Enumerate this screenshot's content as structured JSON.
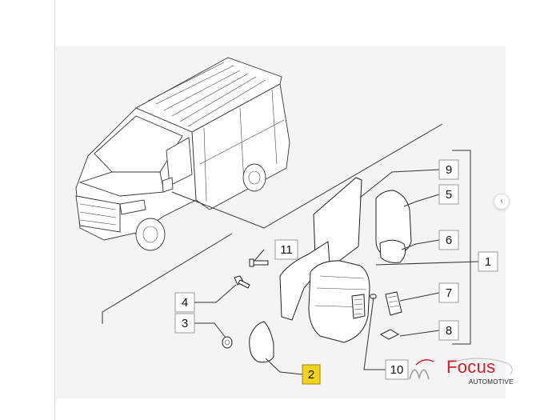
{
  "diagram": {
    "callouts": [
      {
        "id": "c1",
        "label": "1"
      },
      {
        "id": "c2",
        "label": "2",
        "highlight": true
      },
      {
        "id": "c3",
        "label": "3"
      },
      {
        "id": "c4",
        "label": "4"
      },
      {
        "id": "c5",
        "label": "5"
      },
      {
        "id": "c6",
        "label": "6"
      },
      {
        "id": "c7",
        "label": "7"
      },
      {
        "id": "c8",
        "label": "8"
      },
      {
        "id": "c9",
        "label": "9"
      },
      {
        "id": "c10",
        "label": "10"
      },
      {
        "id": "c11",
        "label": "11"
      }
    ],
    "highlight_color": "#f2d31b"
  },
  "nav": {
    "prev_icon": "chevron-left-icon",
    "prev_glyph": "‹"
  },
  "watermark": {
    "brand": "Focus",
    "tagline": "AUTOMOTIVE",
    "brand_color": "#d21f2a"
  }
}
